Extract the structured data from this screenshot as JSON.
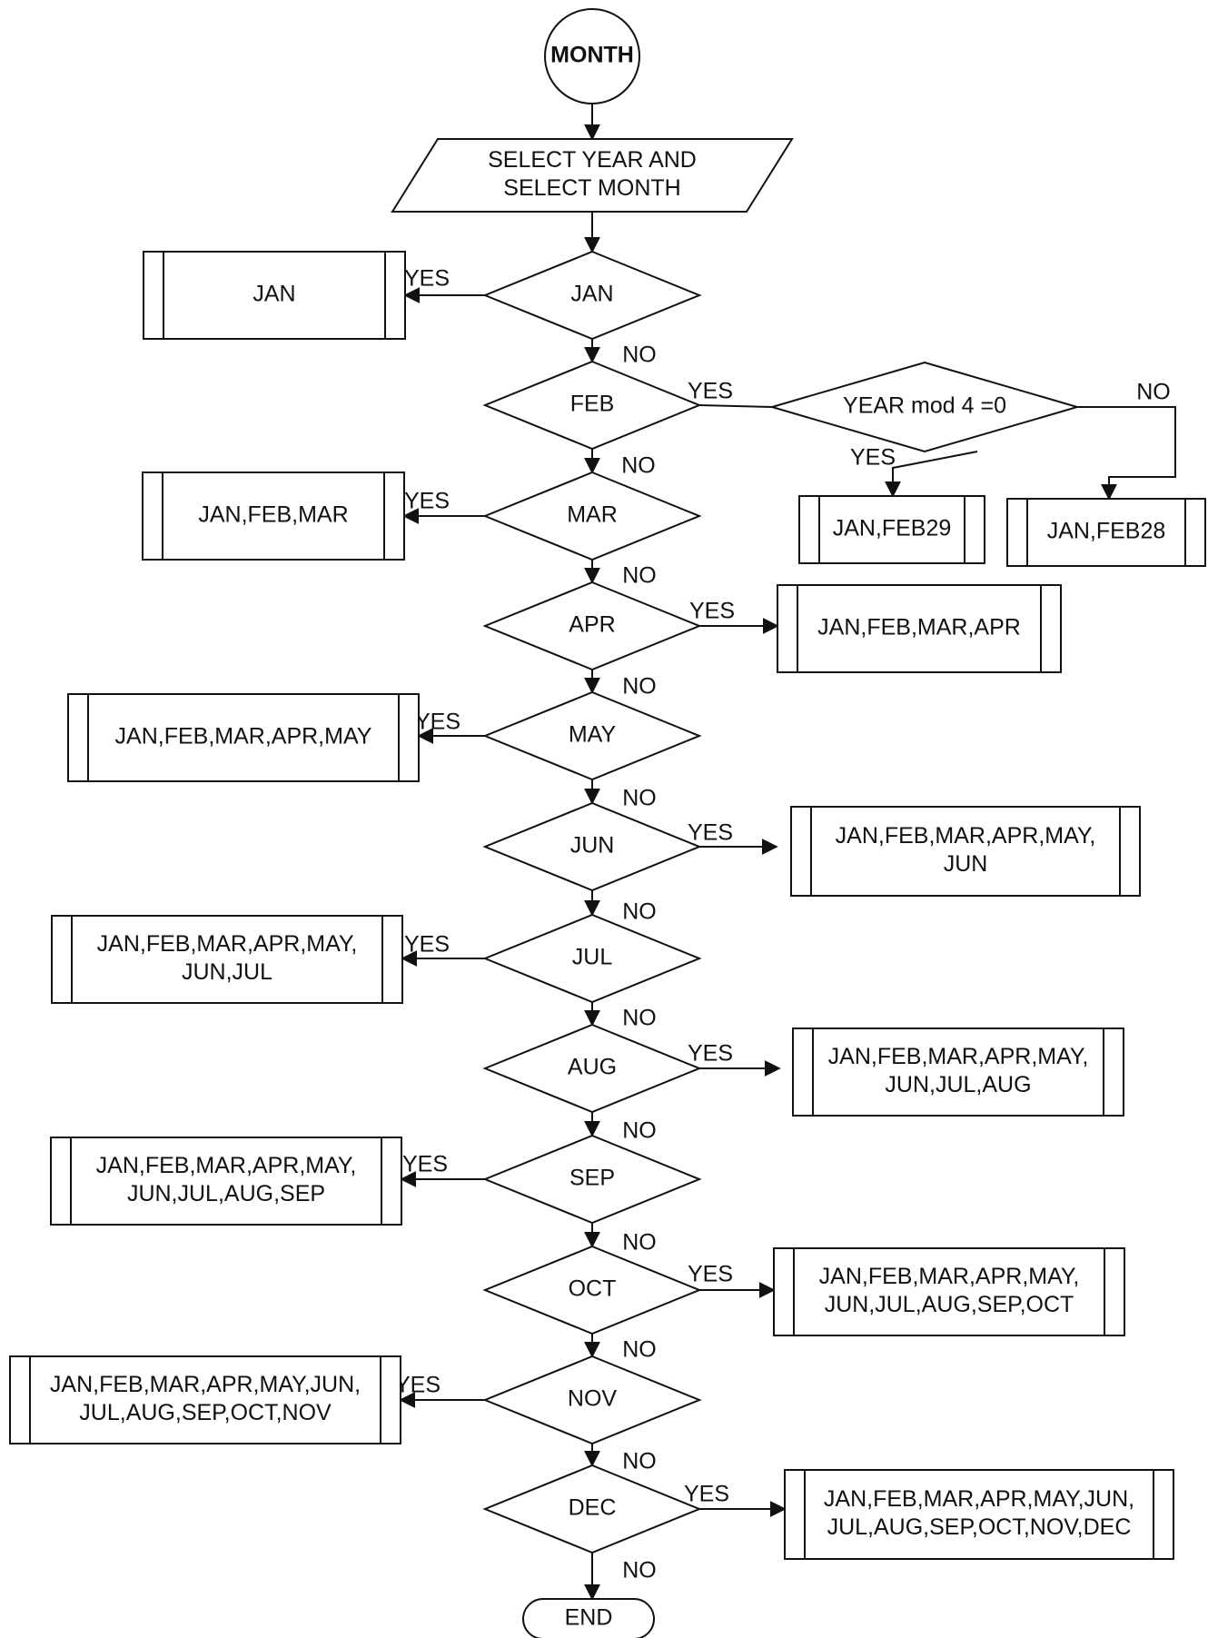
{
  "diagram": {
    "nodes": [
      {
        "id": "start",
        "shape": "circle",
        "lines": [
          "MONTH"
        ]
      },
      {
        "id": "input",
        "shape": "parallelogram",
        "lines": [
          "SELECT YEAR AND",
          "SELECT MONTH"
        ]
      },
      {
        "id": "d_jan",
        "shape": "diamond",
        "lines": [
          "JAN"
        ]
      },
      {
        "id": "p_jan",
        "shape": "process",
        "lines": [
          "JAN"
        ]
      },
      {
        "id": "d_feb",
        "shape": "diamond",
        "lines": [
          "FEB"
        ]
      },
      {
        "id": "d_leap",
        "shape": "diamond",
        "lines": [
          "YEAR mod 4 =0"
        ]
      },
      {
        "id": "p_feb29",
        "shape": "process",
        "lines": [
          "JAN,FEB29"
        ]
      },
      {
        "id": "p_feb28",
        "shape": "process",
        "lines": [
          "JAN,FEB28"
        ]
      },
      {
        "id": "d_mar",
        "shape": "diamond",
        "lines": [
          "MAR"
        ]
      },
      {
        "id": "p_mar",
        "shape": "process",
        "lines": [
          "JAN,FEB,MAR"
        ]
      },
      {
        "id": "d_apr",
        "shape": "diamond",
        "lines": [
          "APR"
        ]
      },
      {
        "id": "p_apr",
        "shape": "process",
        "lines": [
          "JAN,FEB,MAR,APR"
        ]
      },
      {
        "id": "d_may",
        "shape": "diamond",
        "lines": [
          "MAY"
        ]
      },
      {
        "id": "p_may",
        "shape": "process",
        "lines": [
          "JAN,FEB,MAR,APR,MAY"
        ]
      },
      {
        "id": "d_jun",
        "shape": "diamond",
        "lines": [
          "JUN"
        ]
      },
      {
        "id": "p_jun",
        "shape": "process",
        "lines": [
          "JAN,FEB,MAR,APR,MAY,",
          "JUN"
        ]
      },
      {
        "id": "d_jul",
        "shape": "diamond",
        "lines": [
          "JUL"
        ]
      },
      {
        "id": "p_jul",
        "shape": "process",
        "lines": [
          "JAN,FEB,MAR,APR,MAY,",
          "JUN,JUL"
        ]
      },
      {
        "id": "d_aug",
        "shape": "diamond",
        "lines": [
          "AUG"
        ]
      },
      {
        "id": "p_aug",
        "shape": "process",
        "lines": [
          "JAN,FEB,MAR,APR,MAY,",
          "JUN,JUL,AUG"
        ]
      },
      {
        "id": "d_sep",
        "shape": "diamond",
        "lines": [
          "SEP"
        ]
      },
      {
        "id": "p_sep",
        "shape": "process",
        "lines": [
          "JAN,FEB,MAR,APR,MAY,",
          "JUN,JUL,AUG,SEP"
        ]
      },
      {
        "id": "d_oct",
        "shape": "diamond",
        "lines": [
          "OCT"
        ]
      },
      {
        "id": "p_oct",
        "shape": "process",
        "lines": [
          "JAN,FEB,MAR,APR,MAY,",
          "JUN,JUL,AUG,SEP,OCT"
        ]
      },
      {
        "id": "d_nov",
        "shape": "diamond",
        "lines": [
          "NOV"
        ]
      },
      {
        "id": "p_nov",
        "shape": "process",
        "lines": [
          "JAN,FEB,MAR,APR,MAY,JUN,",
          "JUL,AUG,SEP,OCT,NOV"
        ]
      },
      {
        "id": "d_dec",
        "shape": "diamond",
        "lines": [
          "DEC"
        ]
      },
      {
        "id": "p_dec",
        "shape": "process",
        "lines": [
          "JAN,FEB,MAR,APR,MAY,JUN,",
          "JUL,AUG,SEP,OCT,NOV,DEC"
        ]
      },
      {
        "id": "end",
        "shape": "terminator",
        "lines": [
          "END"
        ]
      }
    ],
    "edges": [
      {
        "from": "start",
        "to": "input",
        "label": ""
      },
      {
        "from": "input",
        "to": "d_jan",
        "label": ""
      },
      {
        "from": "d_jan",
        "to": "p_jan",
        "label": "YES"
      },
      {
        "from": "d_jan",
        "to": "d_feb",
        "label": "NO"
      },
      {
        "from": "d_feb",
        "to": "d_leap",
        "label": "YES"
      },
      {
        "from": "d_feb",
        "to": "d_mar",
        "label": "NO"
      },
      {
        "from": "d_leap",
        "to": "p_feb29",
        "label": "YES"
      },
      {
        "from": "d_leap",
        "to": "p_feb28",
        "label": "NO"
      },
      {
        "from": "d_mar",
        "to": "p_mar",
        "label": "YES"
      },
      {
        "from": "d_mar",
        "to": "d_apr",
        "label": "NO"
      },
      {
        "from": "d_apr",
        "to": "p_apr",
        "label": "YES"
      },
      {
        "from": "d_apr",
        "to": "d_may",
        "label": "NO"
      },
      {
        "from": "d_may",
        "to": "p_may",
        "label": "YES"
      },
      {
        "from": "d_may",
        "to": "d_jun",
        "label": "NO"
      },
      {
        "from": "d_jun",
        "to": "p_jun",
        "label": "YES"
      },
      {
        "from": "d_jun",
        "to": "d_jul",
        "label": "NO"
      },
      {
        "from": "d_jul",
        "to": "p_jul",
        "label": "YES"
      },
      {
        "from": "d_jul",
        "to": "d_aug",
        "label": "NO"
      },
      {
        "from": "d_aug",
        "to": "p_aug",
        "label": "YES"
      },
      {
        "from": "d_aug",
        "to": "d_sep",
        "label": "NO"
      },
      {
        "from": "d_sep",
        "to": "p_sep",
        "label": "YES"
      },
      {
        "from": "d_sep",
        "to": "d_oct",
        "label": "NO"
      },
      {
        "from": "d_oct",
        "to": "p_oct",
        "label": "YES"
      },
      {
        "from": "d_oct",
        "to": "d_nov",
        "label": "NO"
      },
      {
        "from": "d_nov",
        "to": "p_nov",
        "label": "YES"
      },
      {
        "from": "d_nov",
        "to": "d_dec",
        "label": "NO"
      },
      {
        "from": "d_dec",
        "to": "p_dec",
        "label": "YES"
      },
      {
        "from": "d_dec",
        "to": "end",
        "label": "NO"
      }
    ]
  },
  "colors": {
    "stroke": "#111111",
    "fill": "#ffffff",
    "text": "#111111"
  }
}
